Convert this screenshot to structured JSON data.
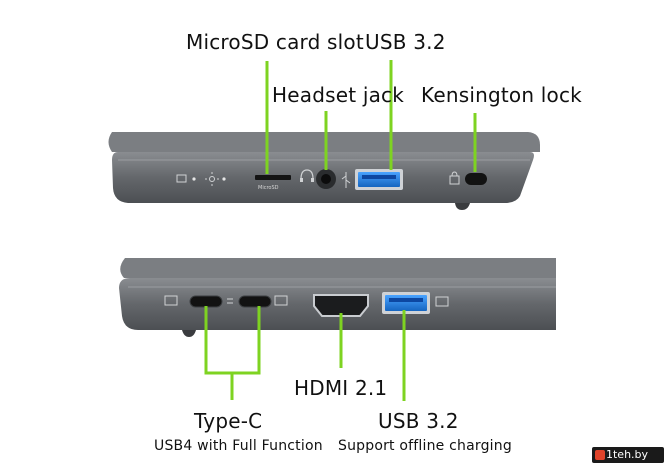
{
  "top_view": {
    "labels": {
      "microsd": "MicroSD card slot",
      "usb": "USB 3.2",
      "headset": "Headset jack",
      "kensington": "Kensington lock"
    },
    "port_text": {
      "microsd_mark": "MicroSD"
    }
  },
  "bottom_view": {
    "labels": {
      "typec": "Type-C",
      "typec_sub": "USB4 with Full Function",
      "hdmi": "HDMI 2.1",
      "usb": "USB 3.2",
      "usb_sub": "Support offline charging"
    }
  },
  "watermark": "1teh.by",
  "colors": {
    "callout_green": "#7ed321",
    "port_blue": "#1e88e5",
    "chassis_gray": "#5f6266"
  }
}
